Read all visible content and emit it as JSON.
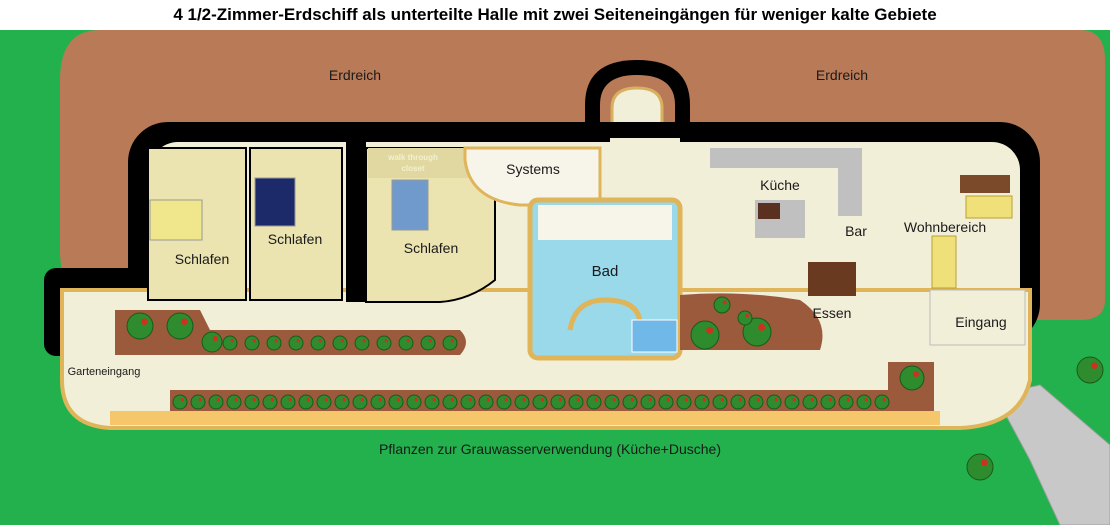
{
  "title": "4 1/2-Zimmer-Erdschiff als unterteilte Halle  mit zwei Seiteneingängen für weniger kalte Gebiete",
  "labels": {
    "earth_left": "Erdreich",
    "earth_right": "Erdreich",
    "bedroom_1": "Schlafen",
    "bedroom_2": "Schlafen",
    "bedroom_3": "Schlafen",
    "closet": "walk through closet",
    "systems": "Systems",
    "bath": "Bad",
    "kitchen": "Küche",
    "bar": "Bar",
    "living": "Wohnbereich",
    "dining": "Essen",
    "entrance": "Eingang",
    "garden_entrance": "Garteneingang",
    "planters_caption": "Pflanzen zur Grauwasserverwendung (Küche+Dusche)"
  },
  "colors": {
    "grass": "#22b14c",
    "earth": "#b97a57",
    "wall": "#000000",
    "interior": "#f2efd9",
    "room": "#ebe3b0",
    "bath": "#99d9ea",
    "planter": "#9c5a3c",
    "trim": "#f5c76a"
  }
}
